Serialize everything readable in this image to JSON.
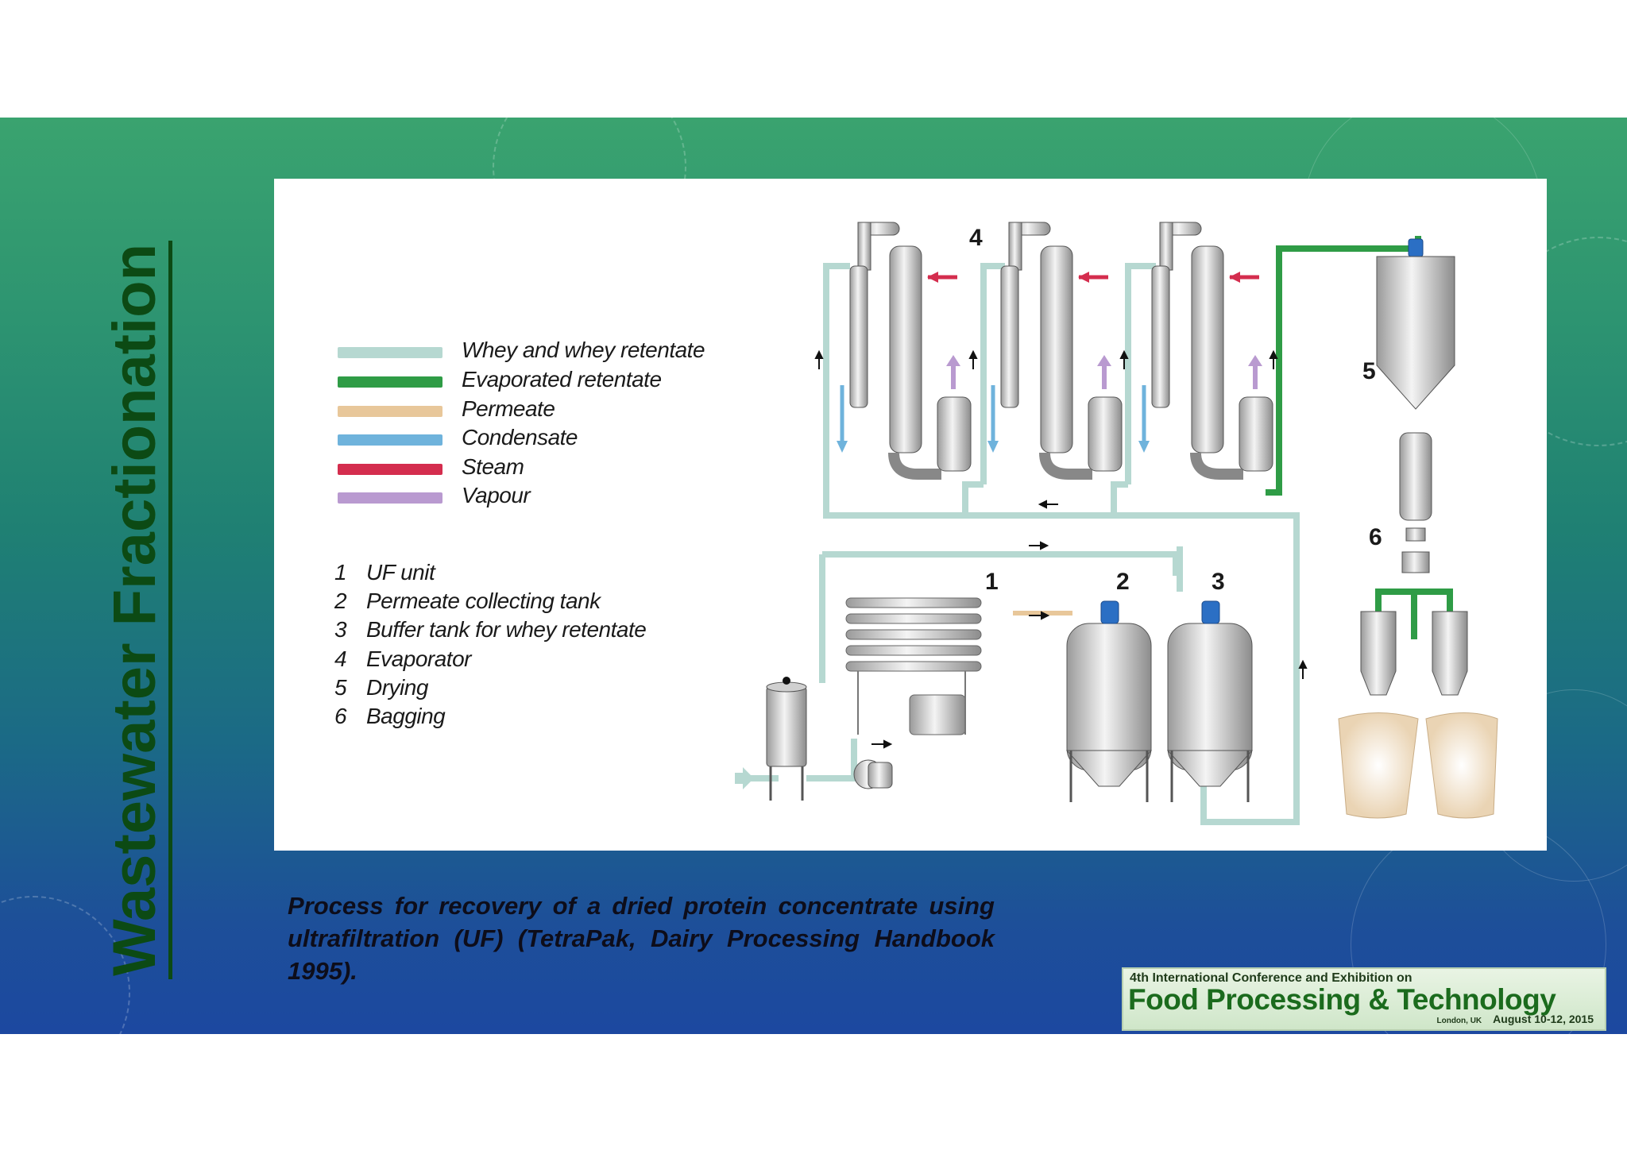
{
  "slide": {
    "title": "Wastewater Fractionation",
    "caption": "Process for recovery of a dried protein concentrate using ultrafiltration (UF) (TetraPak, Dairy Processing Handbook 1995)."
  },
  "legend": [
    {
      "label": "Whey and whey retentate",
      "color": "#b6d8d1"
    },
    {
      "label": "Evaporated retentate",
      "color": "#2f9c46"
    },
    {
      "label": "Permeate",
      "color": "#e8c79a"
    },
    {
      "label": "Condensate",
      "color": "#6fb3dc"
    },
    {
      "label": "Steam",
      "color": "#d42d4e"
    },
    {
      "label": "Vapour",
      "color": "#b99ad0"
    }
  ],
  "steps": [
    {
      "num": "1",
      "label": "UF unit"
    },
    {
      "num": "2",
      "label": "Permeate collecting tank"
    },
    {
      "num": "3",
      "label": "Buffer tank for whey retentate"
    },
    {
      "num": "4",
      "label": "Evaporator"
    },
    {
      "num": "5",
      "label": "Drying"
    },
    {
      "num": "6",
      "label": "Bagging"
    }
  ],
  "diagram_labels": {
    "uf": "1",
    "permeate_tank": "2",
    "buffer_tank": "3",
    "evaporator": "4",
    "drying": "5",
    "bagging": "6"
  },
  "logo": {
    "line1": "4th International Conference and Exhibition on",
    "line2": "Food Processing & Technology",
    "location": "London, UK",
    "date": "August 10-12, 2015"
  },
  "colors": {
    "whey": "#b6d8d1",
    "evaporated": "#2f9c46",
    "permeate": "#e8c79a",
    "condensate": "#6fb3dc",
    "steam": "#d42d4e",
    "vapour": "#b99ad0",
    "title": "#0c4a14"
  }
}
